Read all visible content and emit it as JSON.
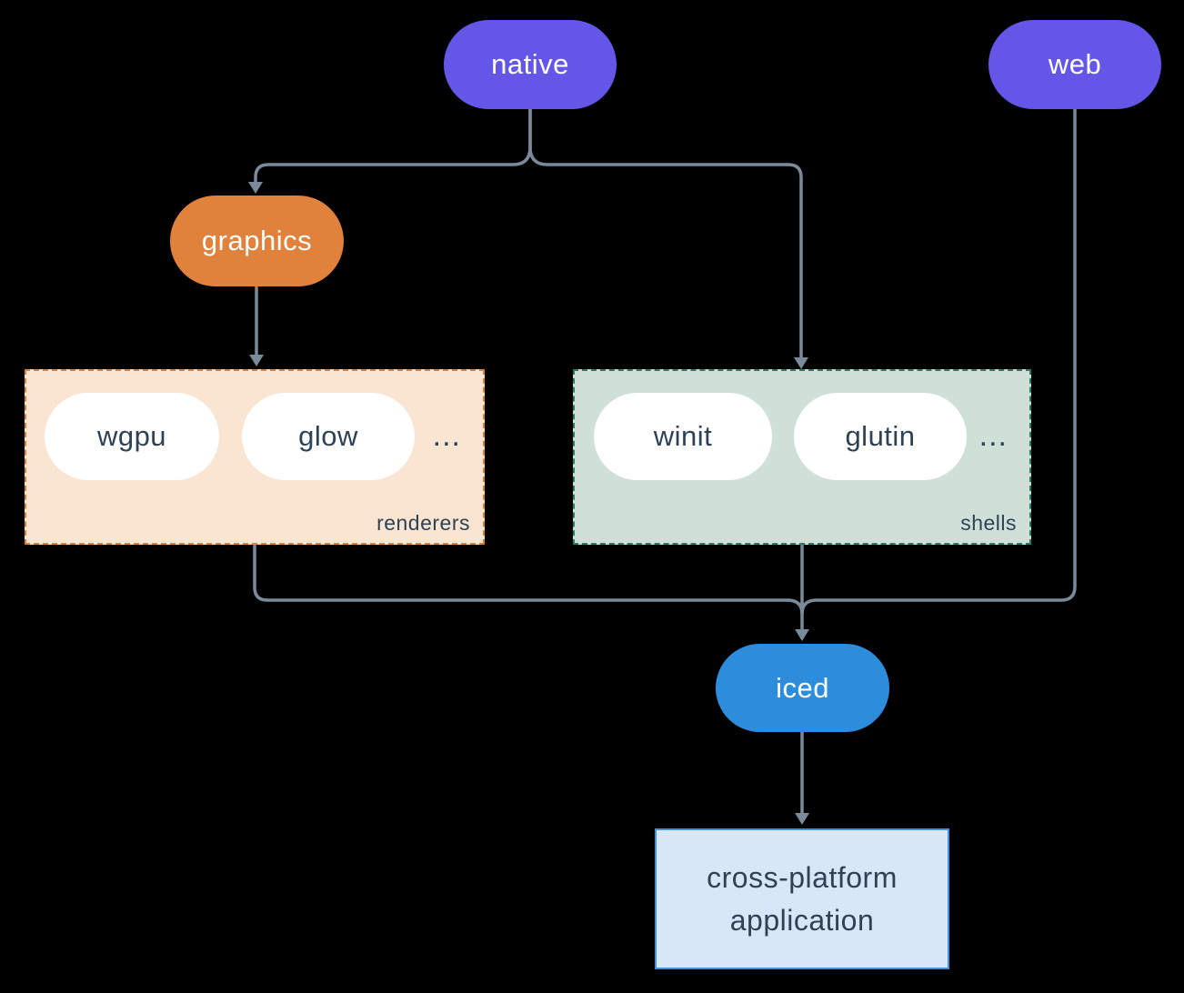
{
  "colors": {
    "background": "#000000",
    "purple": "#6457E8",
    "orange": "#E0823C",
    "blue": "#2D8CDB",
    "peach-bg": "#FAE5D3",
    "orange-border": "#E0813B",
    "sage-bg": "#CFE0D9",
    "teal-border": "#2E7A68",
    "lightblue-bg": "#D8E7F7",
    "blue-border": "#4090DC",
    "line": "#7A8A9B",
    "dark-text": "#2F4154",
    "white": "#FFFFFF"
  },
  "diagram": {
    "nodes": {
      "native": {
        "label": "native"
      },
      "web": {
        "label": "web"
      },
      "graphics": {
        "label": "graphics"
      },
      "iced": {
        "label": "iced"
      },
      "application": {
        "label": "cross-platform application"
      }
    },
    "groups": {
      "renderers": {
        "label": "renderers",
        "items": [
          {
            "label": "wgpu"
          },
          {
            "label": "glow"
          }
        ],
        "more": "..."
      },
      "shells": {
        "label": "shells",
        "items": [
          {
            "label": "winit"
          },
          {
            "label": "glutin"
          }
        ],
        "more": "..."
      }
    }
  }
}
